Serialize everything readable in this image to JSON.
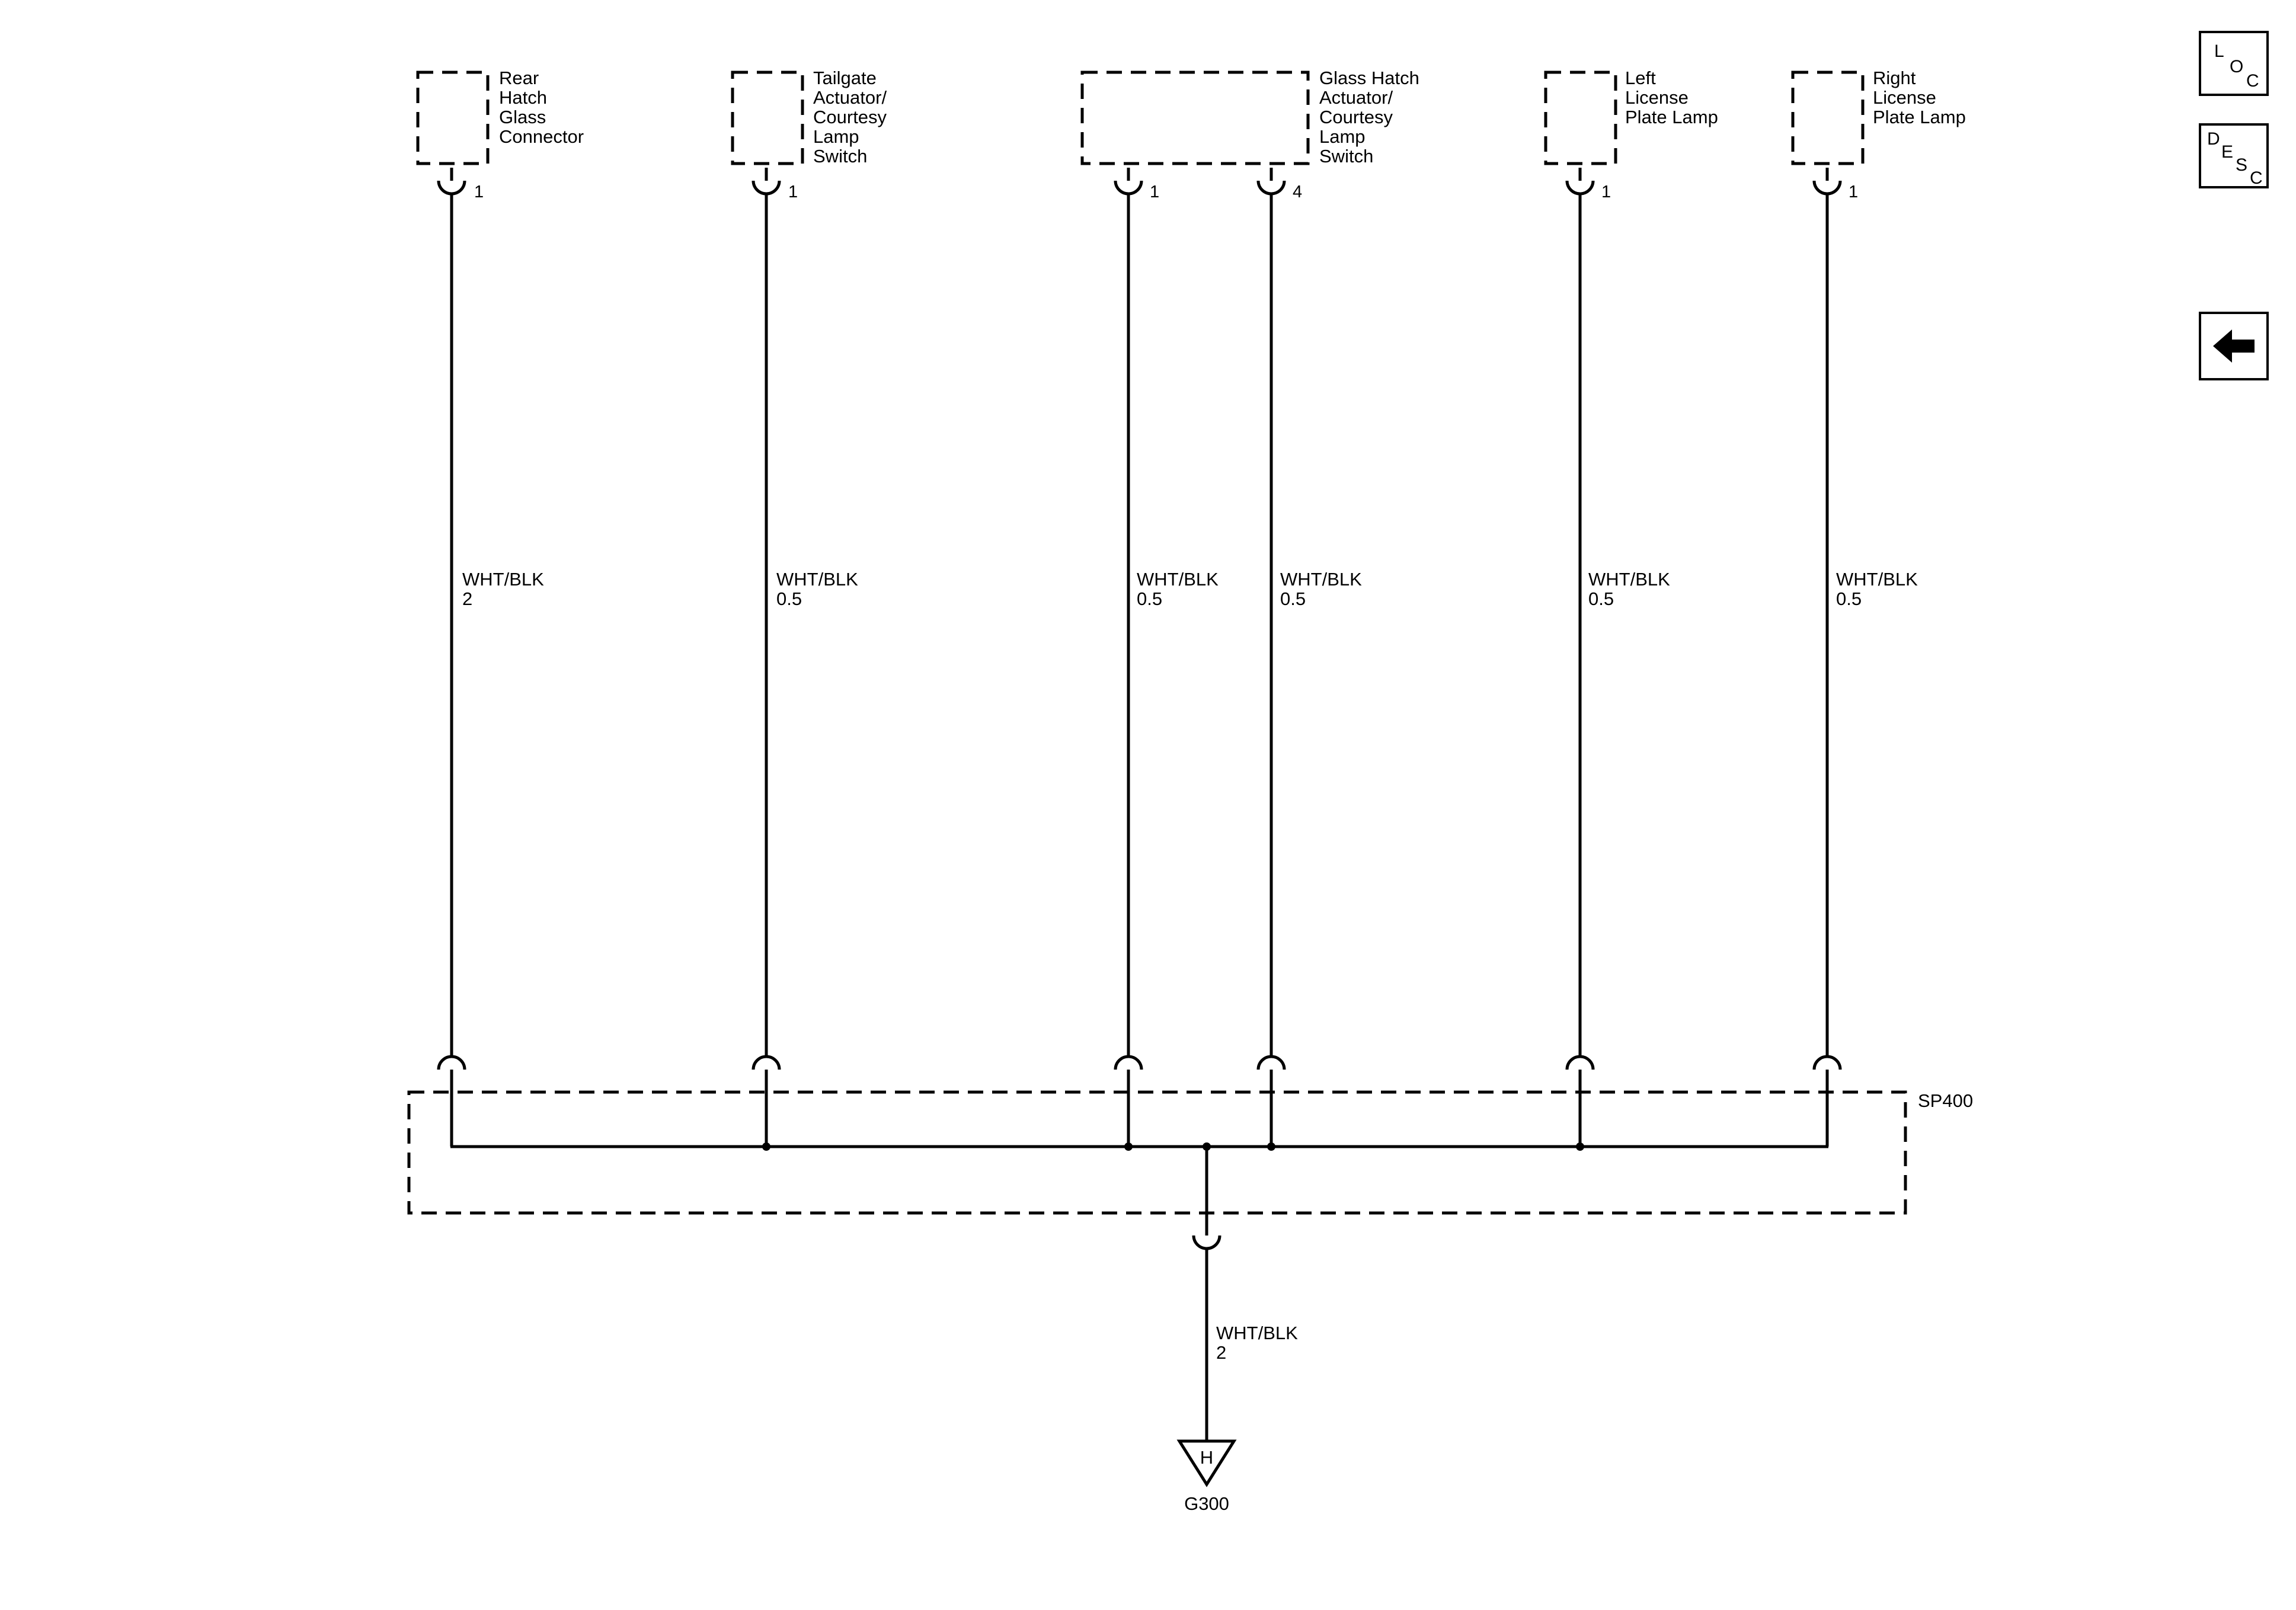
{
  "components": [
    {
      "id": "rear-hatch-glass-connector",
      "label_lines": [
        "Rear",
        "Hatch",
        "Glass",
        "Connector"
      ],
      "pins": [
        "1"
      ]
    },
    {
      "id": "tailgate-actuator-courtesy-lamp-switch",
      "label_lines": [
        "Tailgate",
        "Actuator/",
        "Courtesy",
        "Lamp",
        "Switch"
      ],
      "pins": [
        "1"
      ]
    },
    {
      "id": "glass-hatch-actuator-courtesy-lamp-switch",
      "label_lines": [
        "Glass Hatch",
        "Actuator/",
        "Courtesy",
        "Lamp",
        "Switch"
      ],
      "pins": [
        "1",
        "4"
      ]
    },
    {
      "id": "left-license-plate-lamp",
      "label_lines": [
        "Left",
        "License",
        "Plate Lamp"
      ],
      "pins": [
        "1"
      ]
    },
    {
      "id": "right-license-plate-lamp",
      "label_lines": [
        "Right",
        "License",
        "Plate Lamp"
      ],
      "pins": [
        "1"
      ]
    }
  ],
  "wires": [
    {
      "from": "rear-hatch-glass-connector",
      "pin": "1",
      "color": "WHT/BLK",
      "gauge": "2"
    },
    {
      "from": "tailgate-actuator-courtesy-lamp-switch",
      "pin": "1",
      "color": "WHT/BLK",
      "gauge": "0.5"
    },
    {
      "from": "glass-hatch-actuator-courtesy-lamp-switch",
      "pin": "1",
      "color": "WHT/BLK",
      "gauge": "0.5"
    },
    {
      "from": "glass-hatch-actuator-courtesy-lamp-switch",
      "pin": "4",
      "color": "WHT/BLK",
      "gauge": "0.5"
    },
    {
      "from": "left-license-plate-lamp",
      "pin": "1",
      "color": "WHT/BLK",
      "gauge": "0.5"
    },
    {
      "from": "right-license-plate-lamp",
      "pin": "1",
      "color": "WHT/BLK",
      "gauge": "0.5"
    }
  ],
  "splice": {
    "id": "SP400"
  },
  "ground_wire": {
    "color": "WHT/BLK",
    "gauge": "2"
  },
  "ground": {
    "id": "G300",
    "symbol_letter": "H"
  },
  "nav": {
    "loc": {
      "letters": [
        "L",
        "O",
        "C"
      ]
    },
    "desc": {
      "letters": [
        "D",
        "E",
        "S",
        "C"
      ]
    },
    "back": {
      "icon": "left-arrow-icon"
    }
  },
  "colors": {
    "line": "#000000",
    "background": "#ffffff"
  }
}
